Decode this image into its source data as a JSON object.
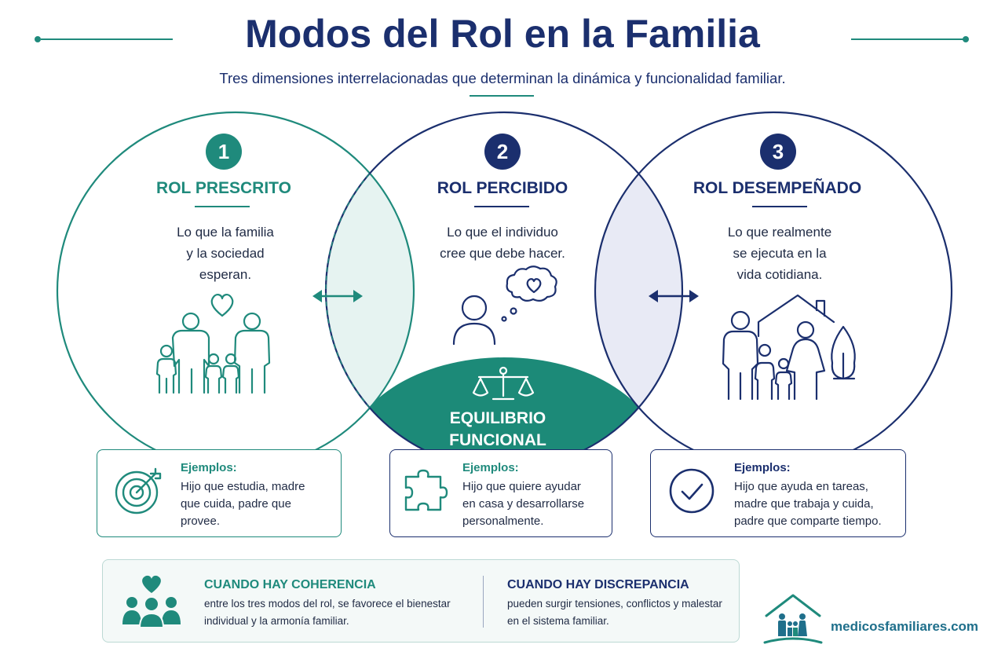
{
  "header": {
    "title": "Modos del Rol en la Familia",
    "subtitle": "Tres dimensiones interrelacionadas que determinan la dinámica y funcionalidad familiar."
  },
  "colors": {
    "teal": "#1f8a7c",
    "navy": "#1b2f6e",
    "teal_light": "#e6f3f1",
    "navy_light": "#e8eaf5"
  },
  "circles": [
    {
      "number": "1",
      "title": "ROL PRESCRITO",
      "description_lines": [
        "Lo que la familia",
        "y la sociedad",
        "esperan."
      ],
      "icon": "family-heart-icon"
    },
    {
      "number": "2",
      "title": "ROL PERCIBIDO",
      "description_lines": [
        "Lo que el individuo",
        "cree que debe hacer."
      ],
      "icon": "person-thought-heart-icon"
    },
    {
      "number": "3",
      "title": "ROL DESEMPEÑADO",
      "description_lines": [
        "Lo que realmente",
        "se ejecuta en la",
        "vida cotidiana."
      ],
      "icon": "family-house-tree-icon"
    }
  ],
  "center": {
    "label_lines": [
      "EQUILIBRIO",
      "FUNCIONAL"
    ],
    "icon": "balance-scale-icon"
  },
  "examples": [
    {
      "heading": "Ejemplos:",
      "lines": [
        "Hijo que estudia, madre",
        "que cuida, padre que",
        "provee."
      ],
      "icon": "target-icon"
    },
    {
      "heading": "Ejemplos:",
      "lines": [
        "Hijo que quiere ayudar",
        "en casa y desarrollarse",
        "personalmente."
      ],
      "icon": "puzzle-icon"
    },
    {
      "heading": "Ejemplos:",
      "lines": [
        "Hijo que ayuda en tareas,",
        "madre que trabaja y cuida,",
        "padre que comparte tiempo."
      ],
      "icon": "check-circle-icon"
    }
  ],
  "bottom": {
    "coherence": {
      "heading": "CUANDO HAY COHERENCIA",
      "lines": [
        "entre los tres modos del rol, se favorece el bienestar",
        "individual y la armonía familiar."
      ],
      "icon": "group-heart-icon"
    },
    "discrepancy": {
      "heading": "CUANDO HAY DISCREPANCIA",
      "lines": [
        "pueden surgir tensiones, conflictos y malestar",
        "en el sistema familiar."
      ]
    }
  },
  "brand": {
    "name": "medicosfamiliares.com",
    "icon": "house-family-logo-icon"
  }
}
